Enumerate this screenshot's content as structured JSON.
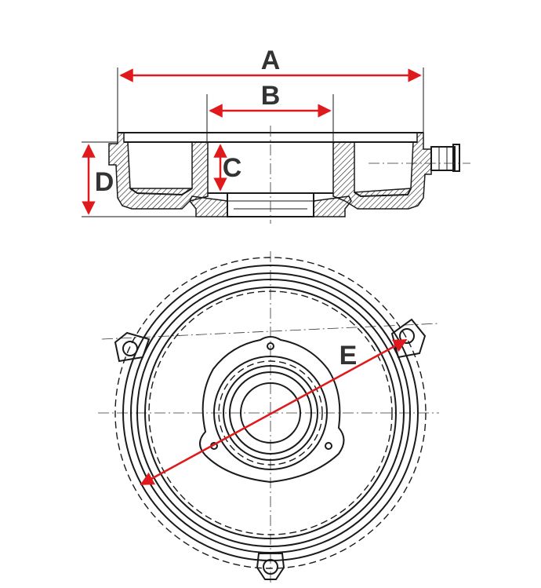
{
  "diagram": {
    "dimensions": [
      {
        "key": "a",
        "label": "A"
      },
      {
        "key": "b",
        "label": "B"
      },
      {
        "key": "c",
        "label": "C"
      },
      {
        "key": "d",
        "label": "D"
      },
      {
        "key": "e",
        "label": "E"
      }
    ],
    "colors": {
      "dimension": "#e0191c",
      "outline": "#1a1a1a",
      "label": "#333333",
      "background": "#ffffff"
    }
  }
}
